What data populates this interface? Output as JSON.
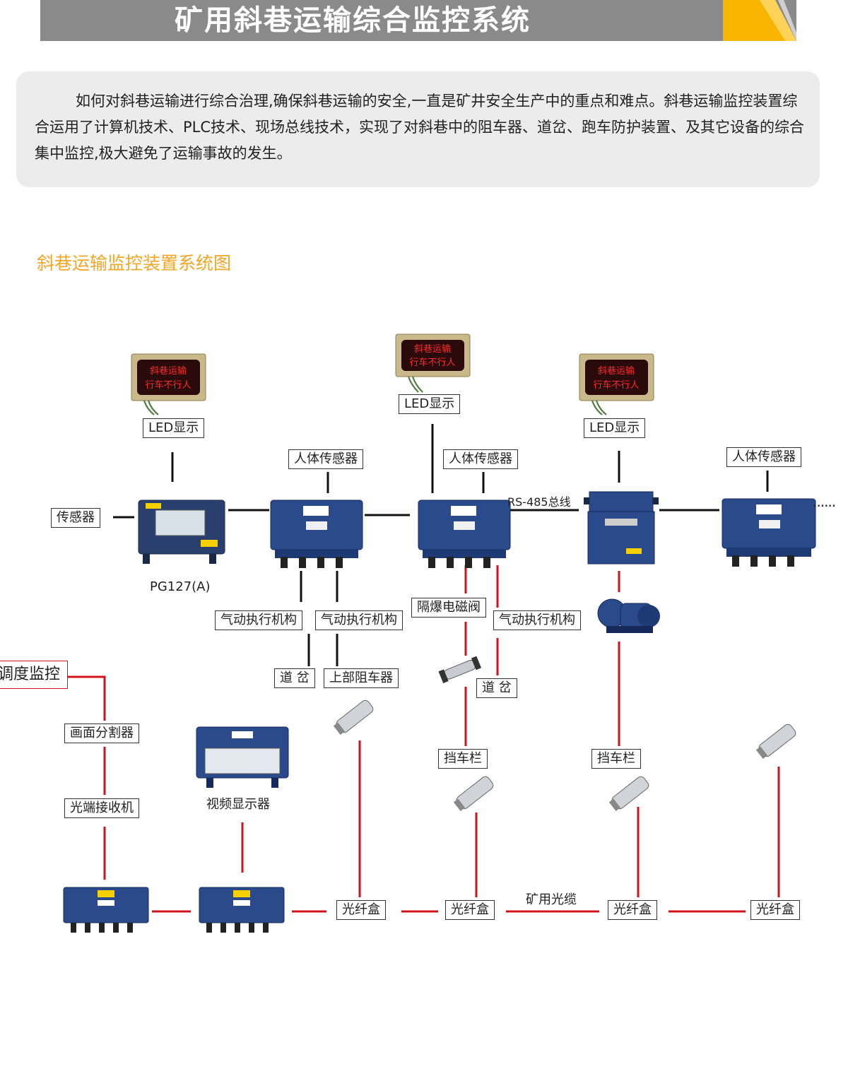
{
  "header": {
    "title": "矿用斜巷运输综合监控系统"
  },
  "intro": {
    "text": "如何对斜巷运输进行综合治理,确保斜巷运输的安全,一直是矿井安全生产中的重点和难点。斜巷运输监控装置综合运用了计算机技术、PLC技术、现场总线技术，实现了对斜巷中的阻车器、道岔、跑车防护装置、及其它设备的综合集中监控,极大避免了运输事故的发生。"
  },
  "diagram": {
    "title": "斜巷运输监控装置系统图",
    "labels": {
      "led_display": "LED显示",
      "human_sensor": "人体传感器",
      "sensor": "传感器",
      "pg127": "PG127(A)",
      "rs485": "RS-485总线",
      "pneumatic_actuator": "气动执行机构",
      "explosion_proof_valve": "隔爆电磁阀",
      "switch_track": "道 岔",
      "upper_car_stopper": "上部阻车器",
      "dispatch_monitor": "调度监控",
      "screen_splitter": "画面分割器",
      "optical_receiver": "光端接收机",
      "video_display": "视频显示器",
      "car_barrier": "挡车栏",
      "fiber_box": "光纤盒",
      "mine_fiber_cable": "矿用光缆",
      "ellipsis": "······",
      "led_panel_line1": "斜巷运输",
      "led_panel_line2": "行车不行人"
    },
    "colors": {
      "accent": "#f5a623",
      "bus_line": "#111111",
      "video_line": "#d0121b",
      "device_blue": "#2a4a8c"
    }
  }
}
